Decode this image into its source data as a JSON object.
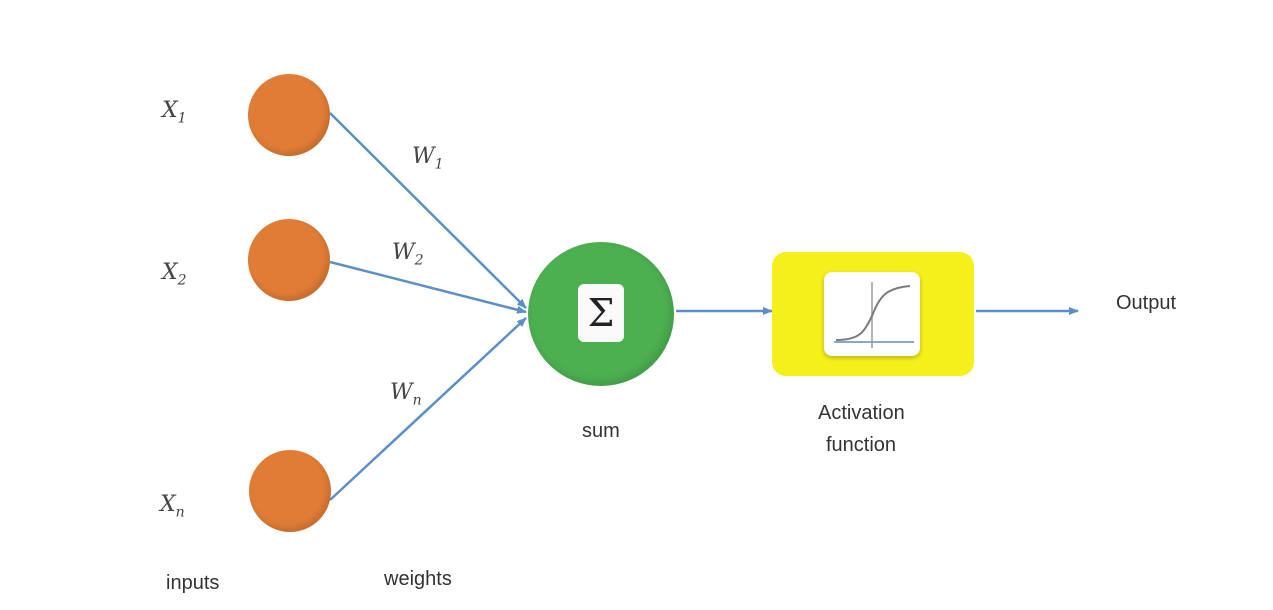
{
  "inputs": [
    {
      "symbol": "X",
      "subscript": "1"
    },
    {
      "symbol": "X",
      "subscript": "2"
    },
    {
      "symbol": "X",
      "subscript": "n"
    }
  ],
  "weights": [
    {
      "symbol": "W",
      "subscript": "1"
    },
    {
      "symbol": "W",
      "subscript": "2"
    },
    {
      "symbol": "W",
      "subscript": "n"
    }
  ],
  "sum_symbol": "Σ",
  "captions": {
    "inputs": "inputs",
    "weights": "weights",
    "sum": "sum",
    "activation_line1": "Activation",
    "activation_line2": "function",
    "output": "Output"
  },
  "colors": {
    "input_node": "#e07c36",
    "sum_node": "#4caf50",
    "activation_box": "#f5ef1a",
    "arrow": "#5b8fc9"
  },
  "icons": [
    "sigma-icon",
    "sigmoid-curve-icon",
    "arrow-icon"
  ]
}
